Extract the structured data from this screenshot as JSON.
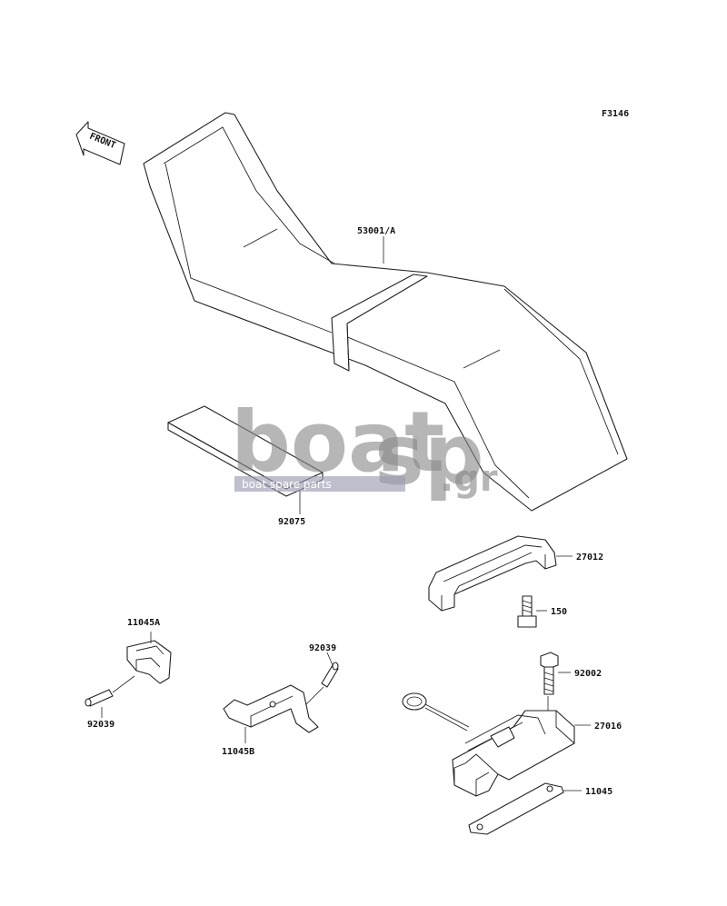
{
  "figure_code": "F3146",
  "front_marker": "FRONT",
  "watermark": {
    "brand_left": "boat",
    "brand_right": "sp",
    "suffix": ".gr",
    "tagline": "boat spare parts"
  },
  "parts": [
    {
      "id": "seat",
      "label": "53001/A"
    },
    {
      "id": "pad",
      "label": "92075"
    },
    {
      "id": "bracket-upper",
      "label": "27012"
    },
    {
      "id": "bolt-upper",
      "label": "150"
    },
    {
      "id": "latch-small",
      "label": "11045A"
    },
    {
      "id": "pin-left",
      "label": "92039"
    },
    {
      "id": "pin-center",
      "label": "92039"
    },
    {
      "id": "bracket-center",
      "label": "11045B"
    },
    {
      "id": "bolt-lower",
      "label": "92002"
    },
    {
      "id": "latch-base",
      "label": "27016"
    },
    {
      "id": "plate",
      "label": "11045"
    }
  ]
}
